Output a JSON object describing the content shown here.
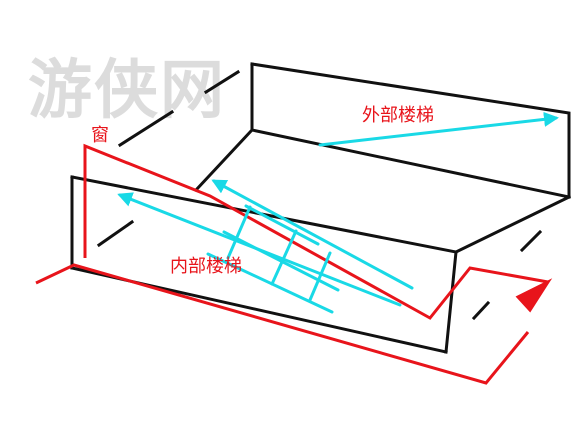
{
  "watermark": "游侠网",
  "labels": {
    "window": "窗",
    "external_stairs": "外部楼梯",
    "internal_stairs": "内部楼梯"
  },
  "colors": {
    "box": "#111111",
    "path": "#e8141b",
    "stairs": "#19d9e6",
    "watermark": "#d9d9d9"
  }
}
